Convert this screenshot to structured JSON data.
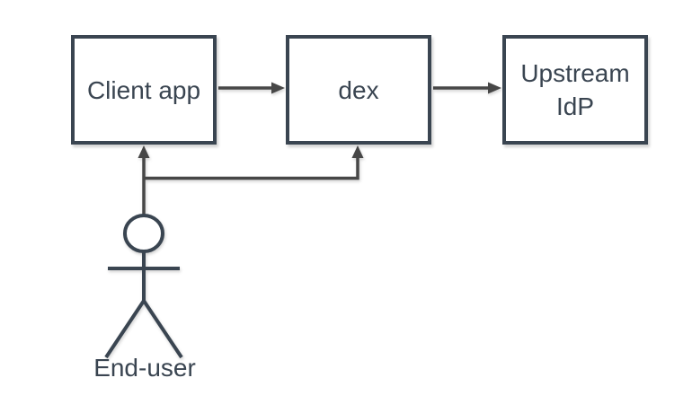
{
  "diagram": {
    "type": "flow-diagram",
    "background": "#ffffff",
    "nodes": [
      {
        "id": "client-app",
        "label": "Client app"
      },
      {
        "id": "dex",
        "label": "dex"
      },
      {
        "id": "upstream-idp",
        "label": "Upstream IdP"
      }
    ],
    "actor": {
      "id": "end-user",
      "label": "End-user"
    },
    "edges": [
      {
        "from": "client-app",
        "to": "dex",
        "direction": "right"
      },
      {
        "from": "dex",
        "to": "upstream-idp",
        "direction": "right"
      },
      {
        "from": "end-user",
        "to": "client-app",
        "direction": "up"
      },
      {
        "from": "end-user",
        "to": "dex",
        "direction": "up-elbow"
      }
    ],
    "colors": {
      "shape_stroke": "#3a4551",
      "shape_fill": "#ffffff",
      "edge": "#474747",
      "label_text": "#3a4551"
    }
  }
}
